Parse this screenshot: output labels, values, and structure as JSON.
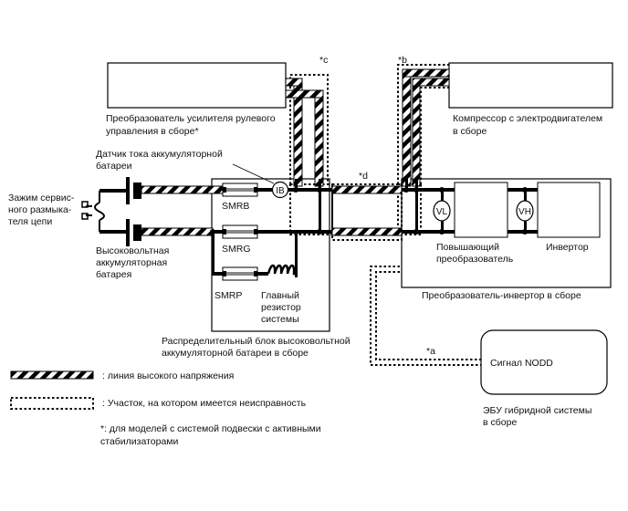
{
  "labels": {
    "eps_line1": "Преобразователь усилителя рулевого",
    "eps_line2": "управления в сборе*",
    "comp_line1": "Компрессор с электродвигателем",
    "comp_line2": "в сборе",
    "sensor_line1": "Датчик тока аккумуляторной",
    "sensor_line2": "батареи",
    "clamp_line1": "Зажим сервис-",
    "clamp_line2": "ного размыка-",
    "clamp_line3": "теля цепи",
    "hvbat_line1": "Высоковольтная",
    "hvbat_line2": "аккумуляторная",
    "hvbat_line3": "батарея",
    "relay_smrb": "SMRB",
    "relay_smrg": "SMRG",
    "relay_smrp": "SMRP",
    "resistor_line1": "Главный",
    "resistor_line2": "резистор",
    "resistor_line3": "системы",
    "junction_line1": "Распределительный блок высоковольтной",
    "junction_line2": "аккумуляторной батареи в сборе",
    "ib": "IB",
    "vl": "VL",
    "vh": "VH",
    "boost_line1": "Повышающий",
    "boost_line2": "преобразователь",
    "inverter": "Инвертор",
    "inv_assembly": "Преобразователь-инвертор в сборе",
    "nodd_signal": "Сигнал NODD",
    "ecu_line1": "ЭБУ гибридной системы",
    "ecu_line2": "в сборе",
    "mark_a": "*a",
    "mark_b": "*b",
    "mark_c": "*c",
    "mark_d": "*d"
  },
  "legend": {
    "hv_line": ": линия высокого напряжения",
    "fault_area": ": Участок, на котором имеется неисправность",
    "note_line1": "*: для моделей с системой подвески с активными",
    "note_line2": "стабилизаторами"
  }
}
